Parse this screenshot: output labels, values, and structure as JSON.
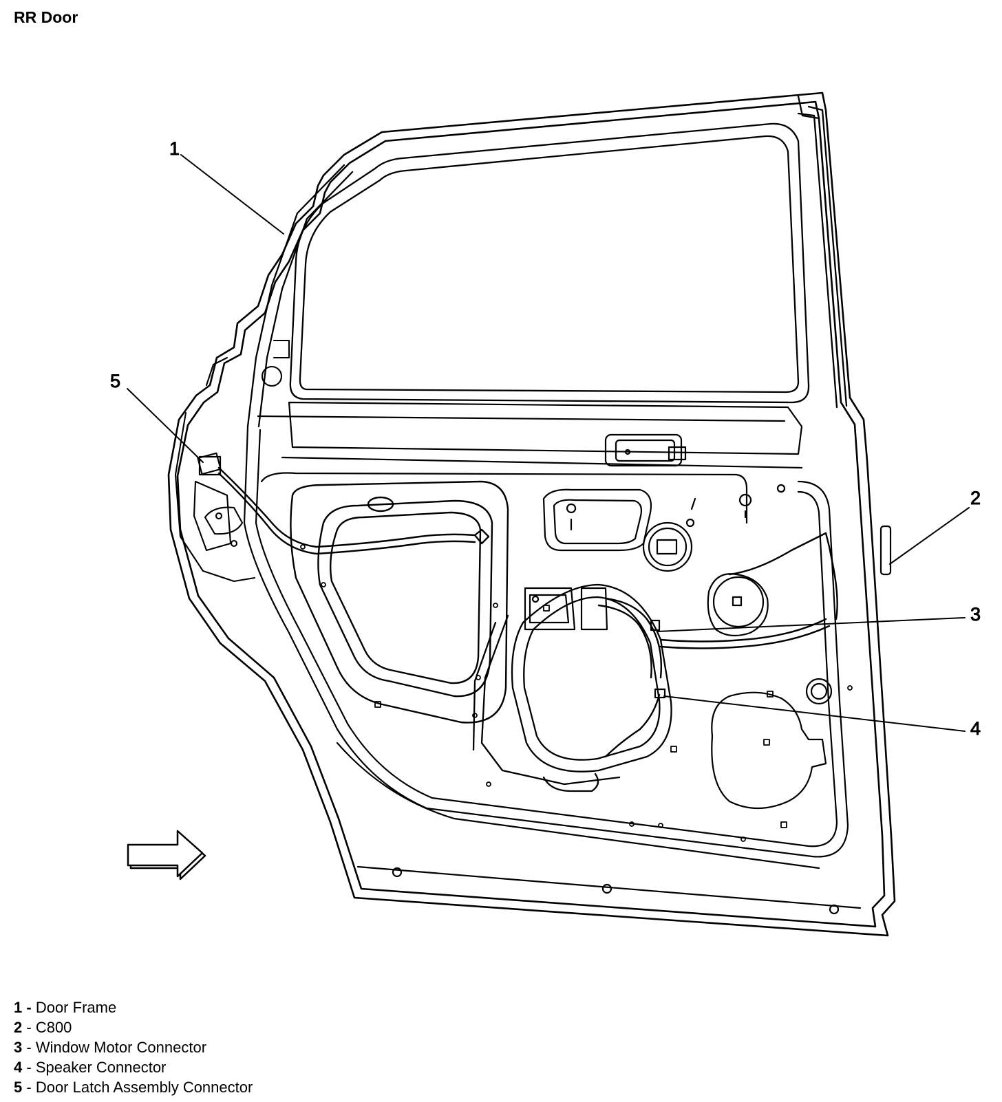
{
  "title": "RR Door",
  "callouts": [
    {
      "num": "1",
      "label": "Door Frame"
    },
    {
      "num": "2",
      "label": "C800"
    },
    {
      "num": "3",
      "label": "Window Motor Connector"
    },
    {
      "num": "4",
      "label": "Speaker Connector"
    },
    {
      "num": "5",
      "label": "Door Latch Assembly Connector"
    }
  ],
  "legend_separator": "-",
  "colors": {
    "line": "#000000",
    "background": "#ffffff"
  },
  "icons": [
    "direction-arrow-icon"
  ]
}
